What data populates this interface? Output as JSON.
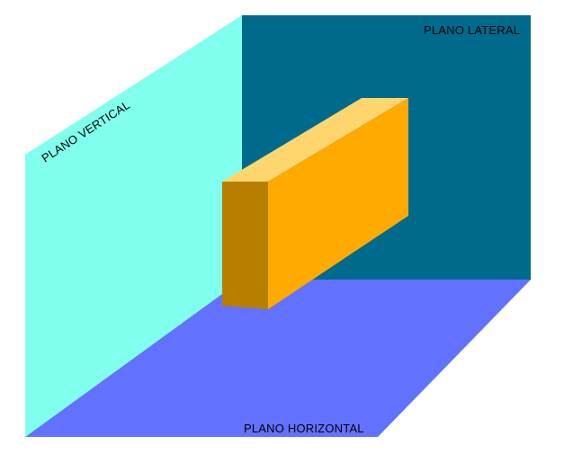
{
  "labels": {
    "vertical": "PLANO VERTICAL",
    "lateral": "PLANO LATERAL",
    "horizontal": "PLANO HORIZONTAL"
  },
  "colors": {
    "vertical_plane": "#80ffee",
    "lateral_plane": "#006a8d",
    "horizontal_plane": "#6371ff",
    "block_front": "#ffaa00",
    "block_top": "#ffd56e",
    "block_side": "#b87e00"
  }
}
